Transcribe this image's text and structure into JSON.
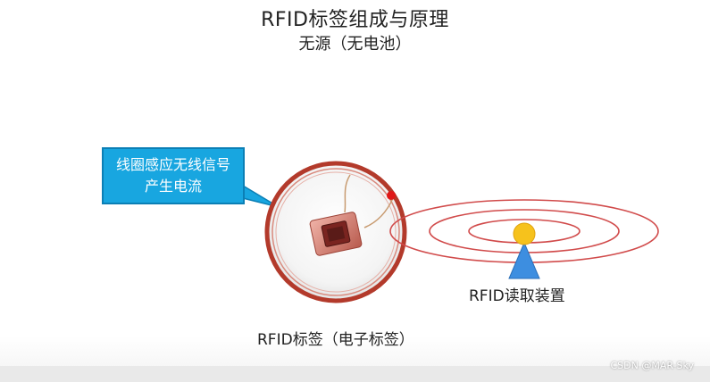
{
  "title": "RFID标签组成与原理",
  "subtitle": "无源（无电池）",
  "callout_text": "线圈感应无线信号产生电流",
  "reader_label": "RFID读取装置",
  "tag_label": "RFID标签（电子标签）",
  "watermark": "CSDN @MAR-Sky",
  "colors": {
    "coil": "#c0392b",
    "wave": "#d14b4b",
    "callout_bg": "#18a6e0",
    "reader_dot": "#f6c21c",
    "reader_stand": "#3d8ee0",
    "chip": "#d67a6e"
  }
}
